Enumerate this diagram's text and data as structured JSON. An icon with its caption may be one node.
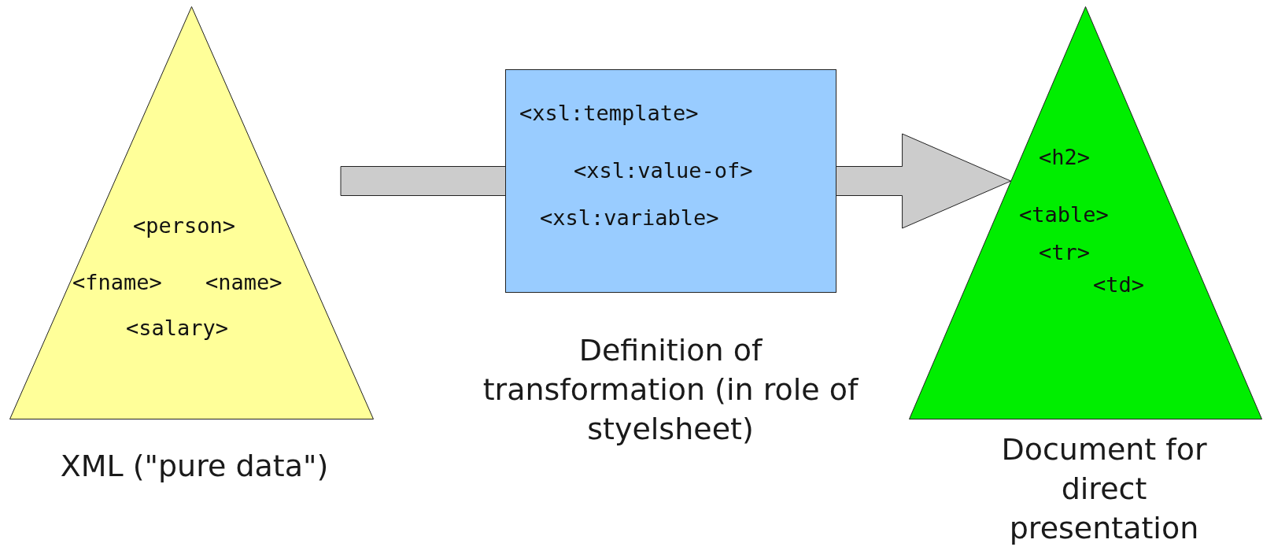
{
  "diagram": {
    "nodes": [
      {
        "text": [
          "<person>",
          "<fname>",
          "<name>",
          "<salary>"
        ],
        "beside": [
          "XML (\"pure data\")"
        ]
      },
      {
        "text": [
          "<xsl:template>",
          "<xsl:value-of>",
          "<xsl:variable>"
        ],
        "beside": [
          "Definition of transformation (in role of styelsheet)"
        ]
      },
      {
        "text": [
          "<h2>",
          "<table>",
          "<tr>",
          "<td>"
        ],
        "beside": [
          "Document for direct presentation"
        ]
      }
    ],
    "edges": [
      {
        "from": 0,
        "to": 2,
        "arrow": "to"
      }
    ]
  }
}
